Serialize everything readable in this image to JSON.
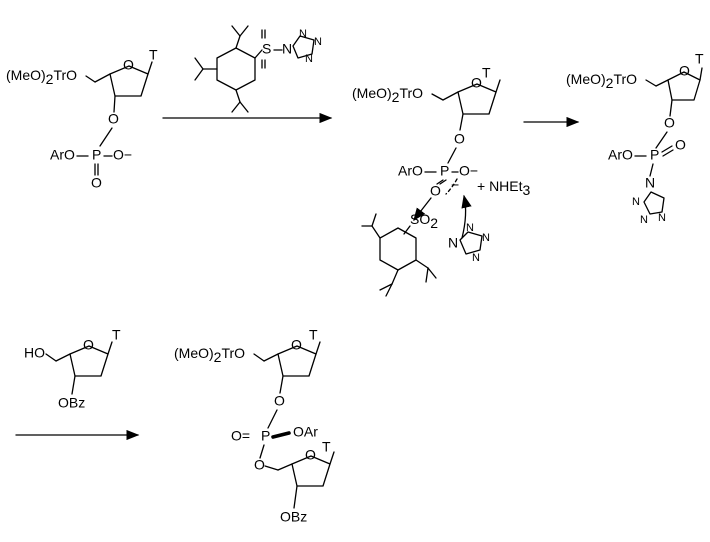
{
  "colors": {
    "ink": "#000000",
    "background": "#ffffff"
  },
  "labels": {
    "trityl": "(MeO)",
    "trityl_sub": "2",
    "trityl_tail": "TrO",
    "base": "T",
    "ring_o": "O",
    "o": "O",
    "p": "P",
    "aro": "ArO",
    "o_minus": "O−",
    "o_link": "O",
    "eq_o": "O",
    "minus": "−",
    "nhet": "+ NHEt",
    "nhet_sub": "3",
    "n": "N",
    "so2": "SO",
    "so2_sub": "2",
    "ho": "HO",
    "obz": "OBz",
    "oar": "OAr",
    "o_eq_p": "O="
  }
}
